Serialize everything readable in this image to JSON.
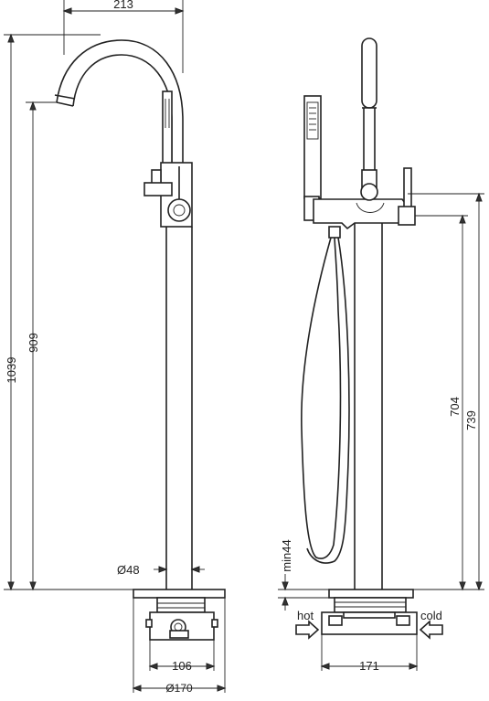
{
  "dimensions": {
    "spout_reach": "213",
    "total_height": "1039",
    "spout_height": "909",
    "pipe_diameter": "Ø48",
    "inner_base_width": "106",
    "base_diameter": "Ø170",
    "min_depth": "min44",
    "handle_height": "704",
    "body_height": "739",
    "box_width": "171"
  },
  "labels": {
    "hot": "hot",
    "cold": "cold"
  }
}
